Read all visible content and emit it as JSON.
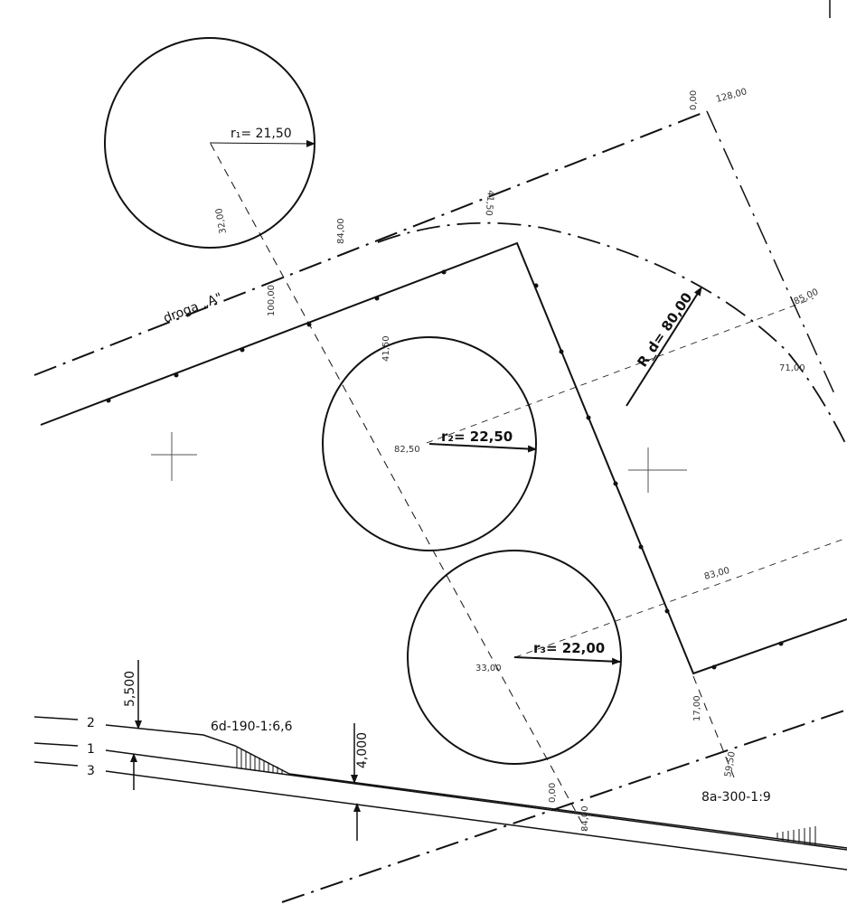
{
  "road": {
    "label": "droga „A\""
  },
  "radii": {
    "r1": "r₁= 21,50",
    "r2": "r₂= 22,50",
    "r3": "r₃= 22,00",
    "rd": "R_d= 80,00"
  },
  "stations": {
    "s_100": "100,00",
    "s_32": "32,00",
    "s_84": "84,00",
    "s_4150": "41,50",
    "s_12800": "128,00",
    "s_000_top": "0,00",
    "s_4150b": "41,50",
    "s_8500": "85,00",
    "s_7100": "71,00",
    "s_8250": "82,50",
    "s_8300": "83,00",
    "s_3300": "33,00",
    "s_1700": "17,00",
    "s_5950": "59,50",
    "s_000_bottom": "0,00",
    "s_8400": "84,00"
  },
  "lanes": [
    "2",
    "1",
    "3"
  ],
  "dimensions": {
    "d5500": "5,500",
    "d4000": "4,000"
  },
  "transitions": {
    "left": "6d-190-1:6,6",
    "right": "8a-300-1:9"
  }
}
